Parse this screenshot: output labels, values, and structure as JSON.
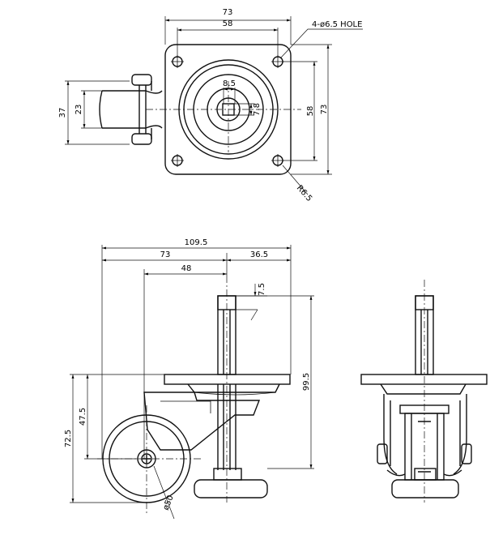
{
  "top_view": {
    "dims": {
      "width_outer": "73",
      "hole_spacing_h": "58",
      "hole_note": "4-ø6.5 HOLE",
      "hole_spacing_v": "58",
      "height_outer": "73",
      "stem_width": "8.5",
      "stem_height": "7.8",
      "corner_radius": "R6.5",
      "bracket_width": "37",
      "wheel_width": "23"
    }
  },
  "side_view": {
    "dims": {
      "overall_length": "109.5",
      "plate_offset": "73",
      "stem_to_edge": "36.5",
      "axle_offset": "48",
      "stem_top": "7.5",
      "total_height": "99.5",
      "plate_height": "72.5",
      "axle_height": "47.5",
      "wheel_diameter": "ø50"
    }
  }
}
